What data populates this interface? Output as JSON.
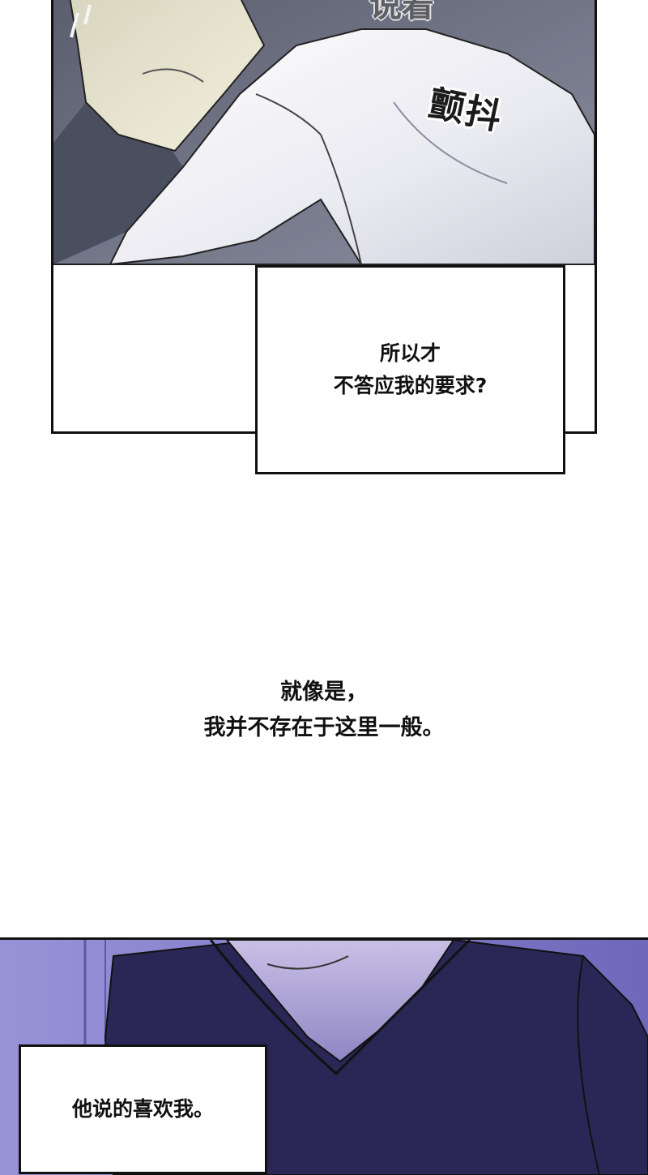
{
  "panels": {
    "top": {
      "sfx_tremble": "颤抖",
      "sfx_top_cut": "说着",
      "caption": {
        "line1": "所以才",
        "line2": "不答应我的要求?"
      }
    },
    "narration": {
      "line1": "就像是，",
      "line2": "我并不存在于这里一般。"
    },
    "bottom": {
      "caption": {
        "line1": "他说的喜欢我。"
      }
    }
  },
  "colors": {
    "panel_border": "#111111",
    "top_panel_skin": "#e7e3cf",
    "top_panel_shirt": "#f3f3f7",
    "top_panel_sleeve": "#4a4f60",
    "bottom_panel_bg": "#7f79c6",
    "bottom_panel_shirt": "#2a2656",
    "bottom_panel_skin": "#b9aedc"
  }
}
